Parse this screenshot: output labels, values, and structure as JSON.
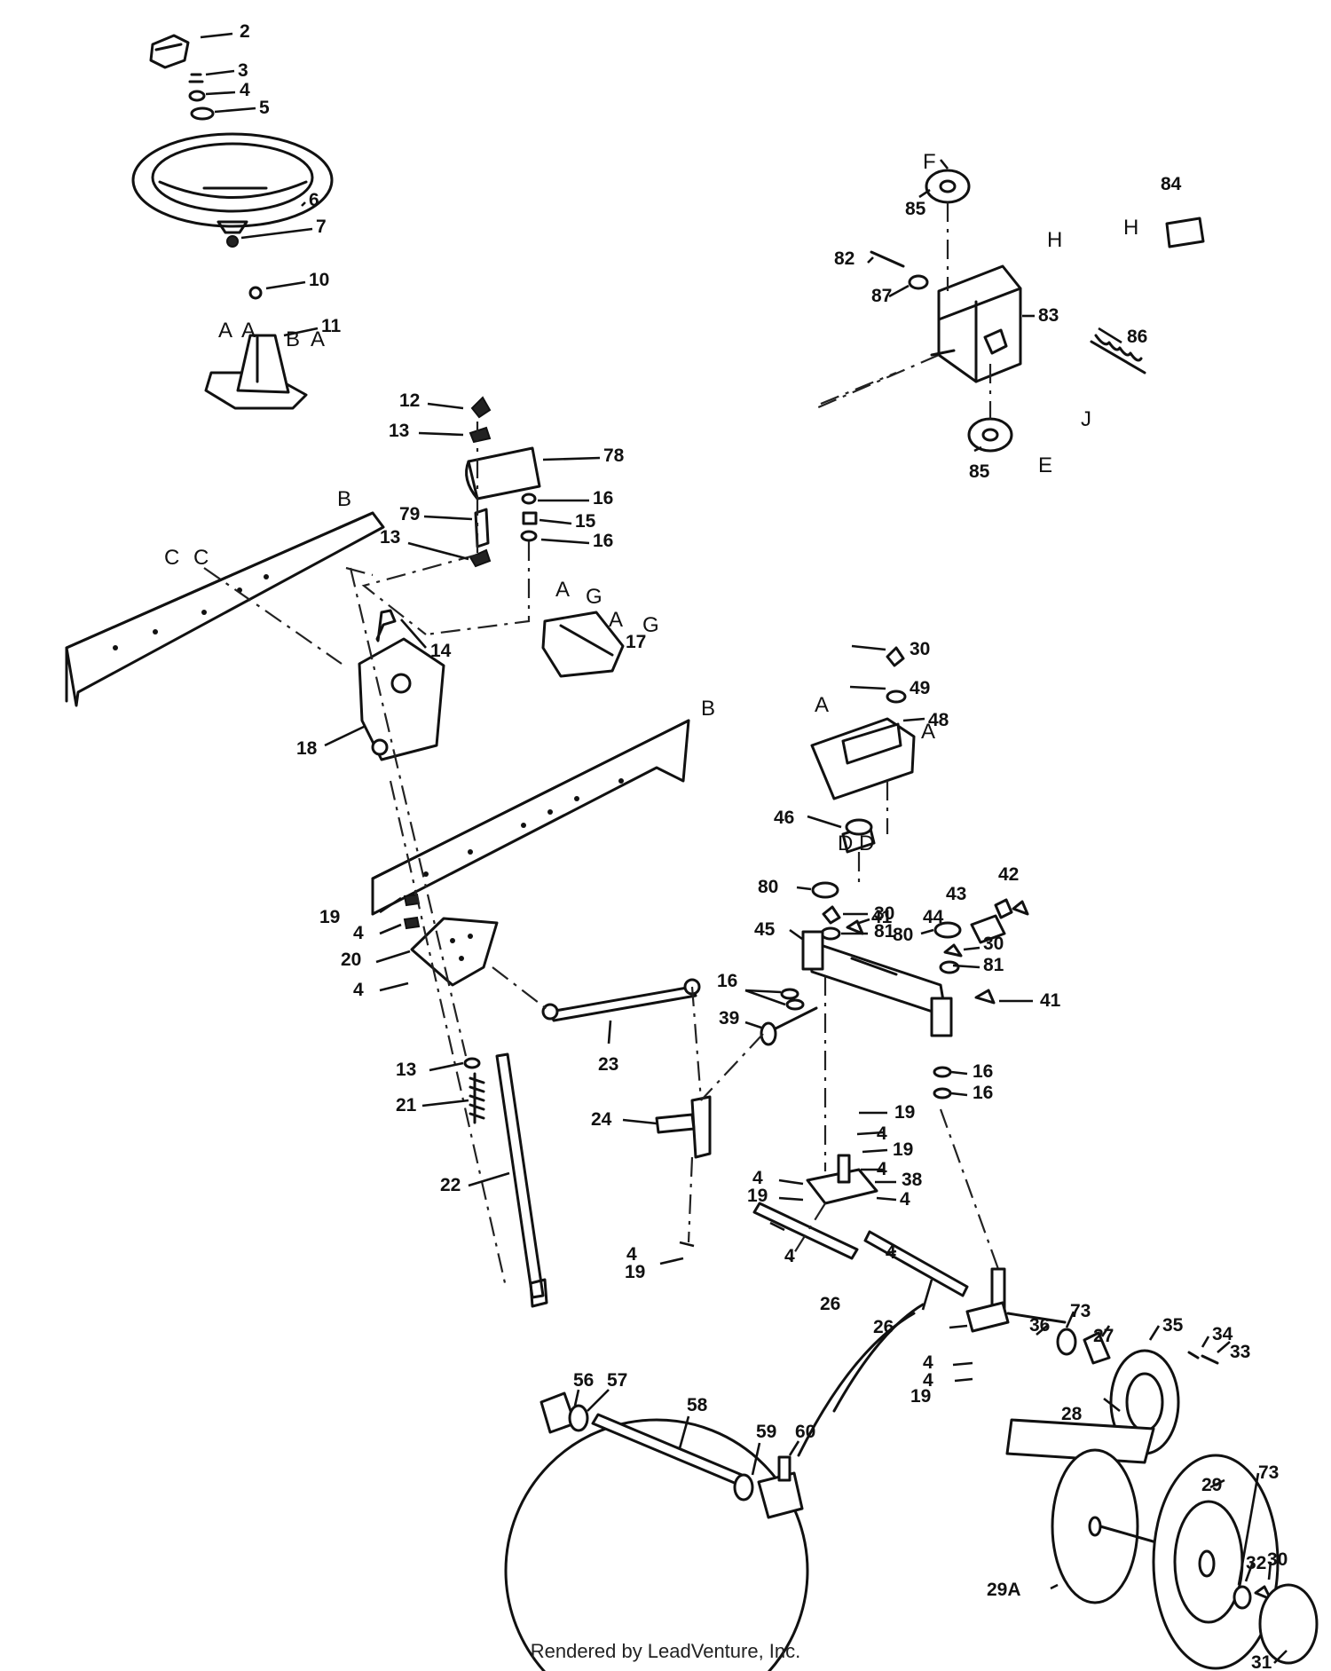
{
  "footer": "Rendered by LeadVenture, Inc.",
  "callouts": [
    {
      "id": "c2",
      "label": "2"
    },
    {
      "id": "c3",
      "label": "3"
    },
    {
      "id": "c4a",
      "label": "4"
    },
    {
      "id": "c5",
      "label": "5"
    },
    {
      "id": "c6",
      "label": "6"
    },
    {
      "id": "c7",
      "label": "7"
    },
    {
      "id": "c10",
      "label": "10"
    },
    {
      "id": "c11",
      "label": "11"
    },
    {
      "id": "c12",
      "label": "12"
    },
    {
      "id": "c13a",
      "label": "13"
    },
    {
      "id": "c78",
      "label": "78"
    },
    {
      "id": "c16a",
      "label": "16"
    },
    {
      "id": "c79",
      "label": "79"
    },
    {
      "id": "c15",
      "label": "15"
    },
    {
      "id": "c13b",
      "label": "13"
    },
    {
      "id": "c16b",
      "label": "16"
    },
    {
      "id": "c14",
      "label": "14"
    },
    {
      "id": "c17",
      "label": "17"
    },
    {
      "id": "c18",
      "label": "18"
    },
    {
      "id": "c30a",
      "label": "30"
    },
    {
      "id": "c49",
      "label": "49"
    },
    {
      "id": "c48",
      "label": "48"
    },
    {
      "id": "c46",
      "label": "46"
    },
    {
      "id": "c80a",
      "label": "80"
    },
    {
      "id": "c30b",
      "label": "30"
    },
    {
      "id": "c81a",
      "label": "81"
    },
    {
      "id": "c43",
      "label": "43"
    },
    {
      "id": "c42",
      "label": "42"
    },
    {
      "id": "c44",
      "label": "44"
    },
    {
      "id": "c41a",
      "label": "41"
    },
    {
      "id": "c45",
      "label": "45"
    },
    {
      "id": "c80b",
      "label": "80"
    },
    {
      "id": "c30c",
      "label": "30"
    },
    {
      "id": "c81b",
      "label": "81"
    },
    {
      "id": "c41b",
      "label": "41"
    },
    {
      "id": "c16c",
      "label": "16"
    },
    {
      "id": "c39",
      "label": "39"
    },
    {
      "id": "c19a",
      "label": "19"
    },
    {
      "id": "c4b",
      "label": "4"
    },
    {
      "id": "c20",
      "label": "20"
    },
    {
      "id": "c4c",
      "label": "4"
    },
    {
      "id": "c13c",
      "label": "13"
    },
    {
      "id": "c21",
      "label": "21"
    },
    {
      "id": "c22",
      "label": "22"
    },
    {
      "id": "c23",
      "label": "23"
    },
    {
      "id": "c24",
      "label": "24"
    },
    {
      "id": "c16d",
      "label": "16"
    },
    {
      "id": "c16e",
      "label": "16"
    },
    {
      "id": "c19b",
      "label": "19"
    },
    {
      "id": "c4d",
      "label": "4"
    },
    {
      "id": "c19c",
      "label": "19"
    },
    {
      "id": "c4e",
      "label": "4"
    },
    {
      "id": "c38",
      "label": "38"
    },
    {
      "id": "c4f",
      "label": "4"
    },
    {
      "id": "c4g",
      "label": "4"
    },
    {
      "id": "c19d",
      "label": "19"
    },
    {
      "id": "c4h",
      "label": "4"
    },
    {
      "id": "c4i",
      "label": "4"
    },
    {
      "id": "c19e",
      "label": "19"
    },
    {
      "id": "c26a",
      "label": "26"
    },
    {
      "id": "c4j",
      "label": "4"
    },
    {
      "id": "c26b",
      "label": "26"
    },
    {
      "id": "c4k",
      "label": "4"
    },
    {
      "id": "c4l",
      "label": "4"
    },
    {
      "id": "c19f",
      "label": "19"
    },
    {
      "id": "c36",
      "label": "36"
    },
    {
      "id": "c73a",
      "label": "73"
    },
    {
      "id": "c27",
      "label": "27"
    },
    {
      "id": "c35",
      "label": "35"
    },
    {
      "id": "c34",
      "label": "34"
    },
    {
      "id": "c33",
      "label": "33"
    },
    {
      "id": "c28",
      "label": "28"
    },
    {
      "id": "c29",
      "label": "29"
    },
    {
      "id": "c73b",
      "label": "73"
    },
    {
      "id": "c32",
      "label": "32"
    },
    {
      "id": "c30d",
      "label": "30"
    },
    {
      "id": "c29a",
      "label": "29A"
    },
    {
      "id": "c31",
      "label": "31"
    },
    {
      "id": "c56",
      "label": "56"
    },
    {
      "id": "c57",
      "label": "57"
    },
    {
      "id": "c58",
      "label": "58"
    },
    {
      "id": "c59",
      "label": "59"
    },
    {
      "id": "c60",
      "label": "60"
    },
    {
      "id": "c84",
      "label": "84"
    },
    {
      "id": "c85a",
      "label": "85"
    },
    {
      "id": "c82",
      "label": "82"
    },
    {
      "id": "c87",
      "label": "87"
    },
    {
      "id": "c83",
      "label": "83"
    },
    {
      "id": "c86",
      "label": "86"
    },
    {
      "id": "c85b",
      "label": "85"
    }
  ],
  "refs": [
    {
      "id": "rA1",
      "label": "A"
    },
    {
      "id": "rA2",
      "label": "A"
    },
    {
      "id": "rB1",
      "label": "B"
    },
    {
      "id": "rA3",
      "label": "A"
    },
    {
      "id": "rB2",
      "label": "B"
    },
    {
      "id": "rC1",
      "label": "C"
    },
    {
      "id": "rC2",
      "label": "C"
    },
    {
      "id": "rA4",
      "label": "A"
    },
    {
      "id": "rG1",
      "label": "G"
    },
    {
      "id": "rA5",
      "label": "A"
    },
    {
      "id": "rG2",
      "label": "G"
    },
    {
      "id": "rB3",
      "label": "B"
    },
    {
      "id": "rA6",
      "label": "A"
    },
    {
      "id": "rA7",
      "label": "A"
    },
    {
      "id": "rD1",
      "label": "D"
    },
    {
      "id": "rD2",
      "label": "D"
    },
    {
      "id": "rF",
      "label": "F"
    },
    {
      "id": "rH1",
      "label": "H"
    },
    {
      "id": "rH2",
      "label": "H"
    },
    {
      "id": "rJ",
      "label": "J"
    },
    {
      "id": "rE",
      "label": "E"
    }
  ]
}
